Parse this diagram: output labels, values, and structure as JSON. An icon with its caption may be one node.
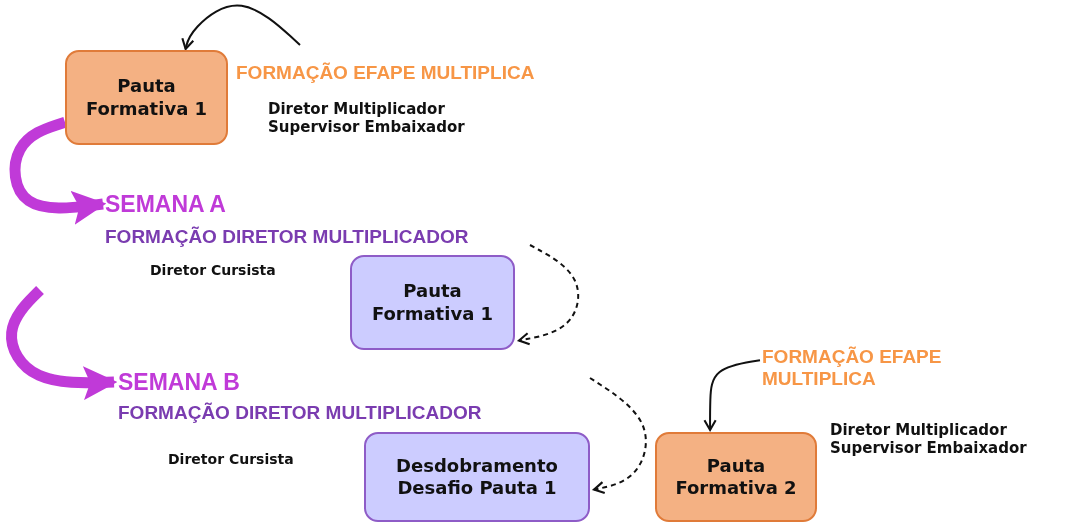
{
  "diagram": {
    "nodes": [
      {
        "text": [
          "Pauta Formativa 1"
        ]
      },
      {
        "text": [
          "SEMANA A"
        ]
      },
      {
        "text": [
          "Pauta Formativa 1"
        ]
      },
      {
        "text": [
          "SEMANA B"
        ]
      },
      {
        "text": [
          "Desdobramento Desafio Pauta 1"
        ]
      },
      {
        "text": [
          "FORMAÇÃO EFAPE MULTIPLICA"
        ]
      },
      {
        "text": [
          "Pauta Formativa 2"
        ]
      }
    ],
    "edges": [
      {
        "from": null,
        "to": 0,
        "arrow": "to"
      },
      {
        "from": 0,
        "to": 1,
        "arrow": "to",
        "style": "thick",
        "color": "#c03ad8"
      },
      {
        "from": null,
        "to": 2,
        "arrow": "to",
        "style": "dashed"
      },
      {
        "from": null,
        "to": 3,
        "arrow": "to",
        "style": "thick",
        "color": "#c03ad8"
      },
      {
        "from": null,
        "to": 4,
        "arrow": "to",
        "style": "dashed"
      },
      {
        "from": 5,
        "to": 6,
        "arrow": "to"
      }
    ],
    "labels": [
      "FORMAÇÃO EFAPE MULTIPLICA",
      "Diretor Multiplicador Supervisor Embaixador",
      "FORMAÇÃO DIRETOR MULTIPLICADOR",
      "Diretor Cursista",
      "FORMAÇÃO DIRETOR MULTIPLICADOR",
      "Diretor Cursista",
      "Diretor Multiplicador Supervisor Embaixador"
    ]
  }
}
